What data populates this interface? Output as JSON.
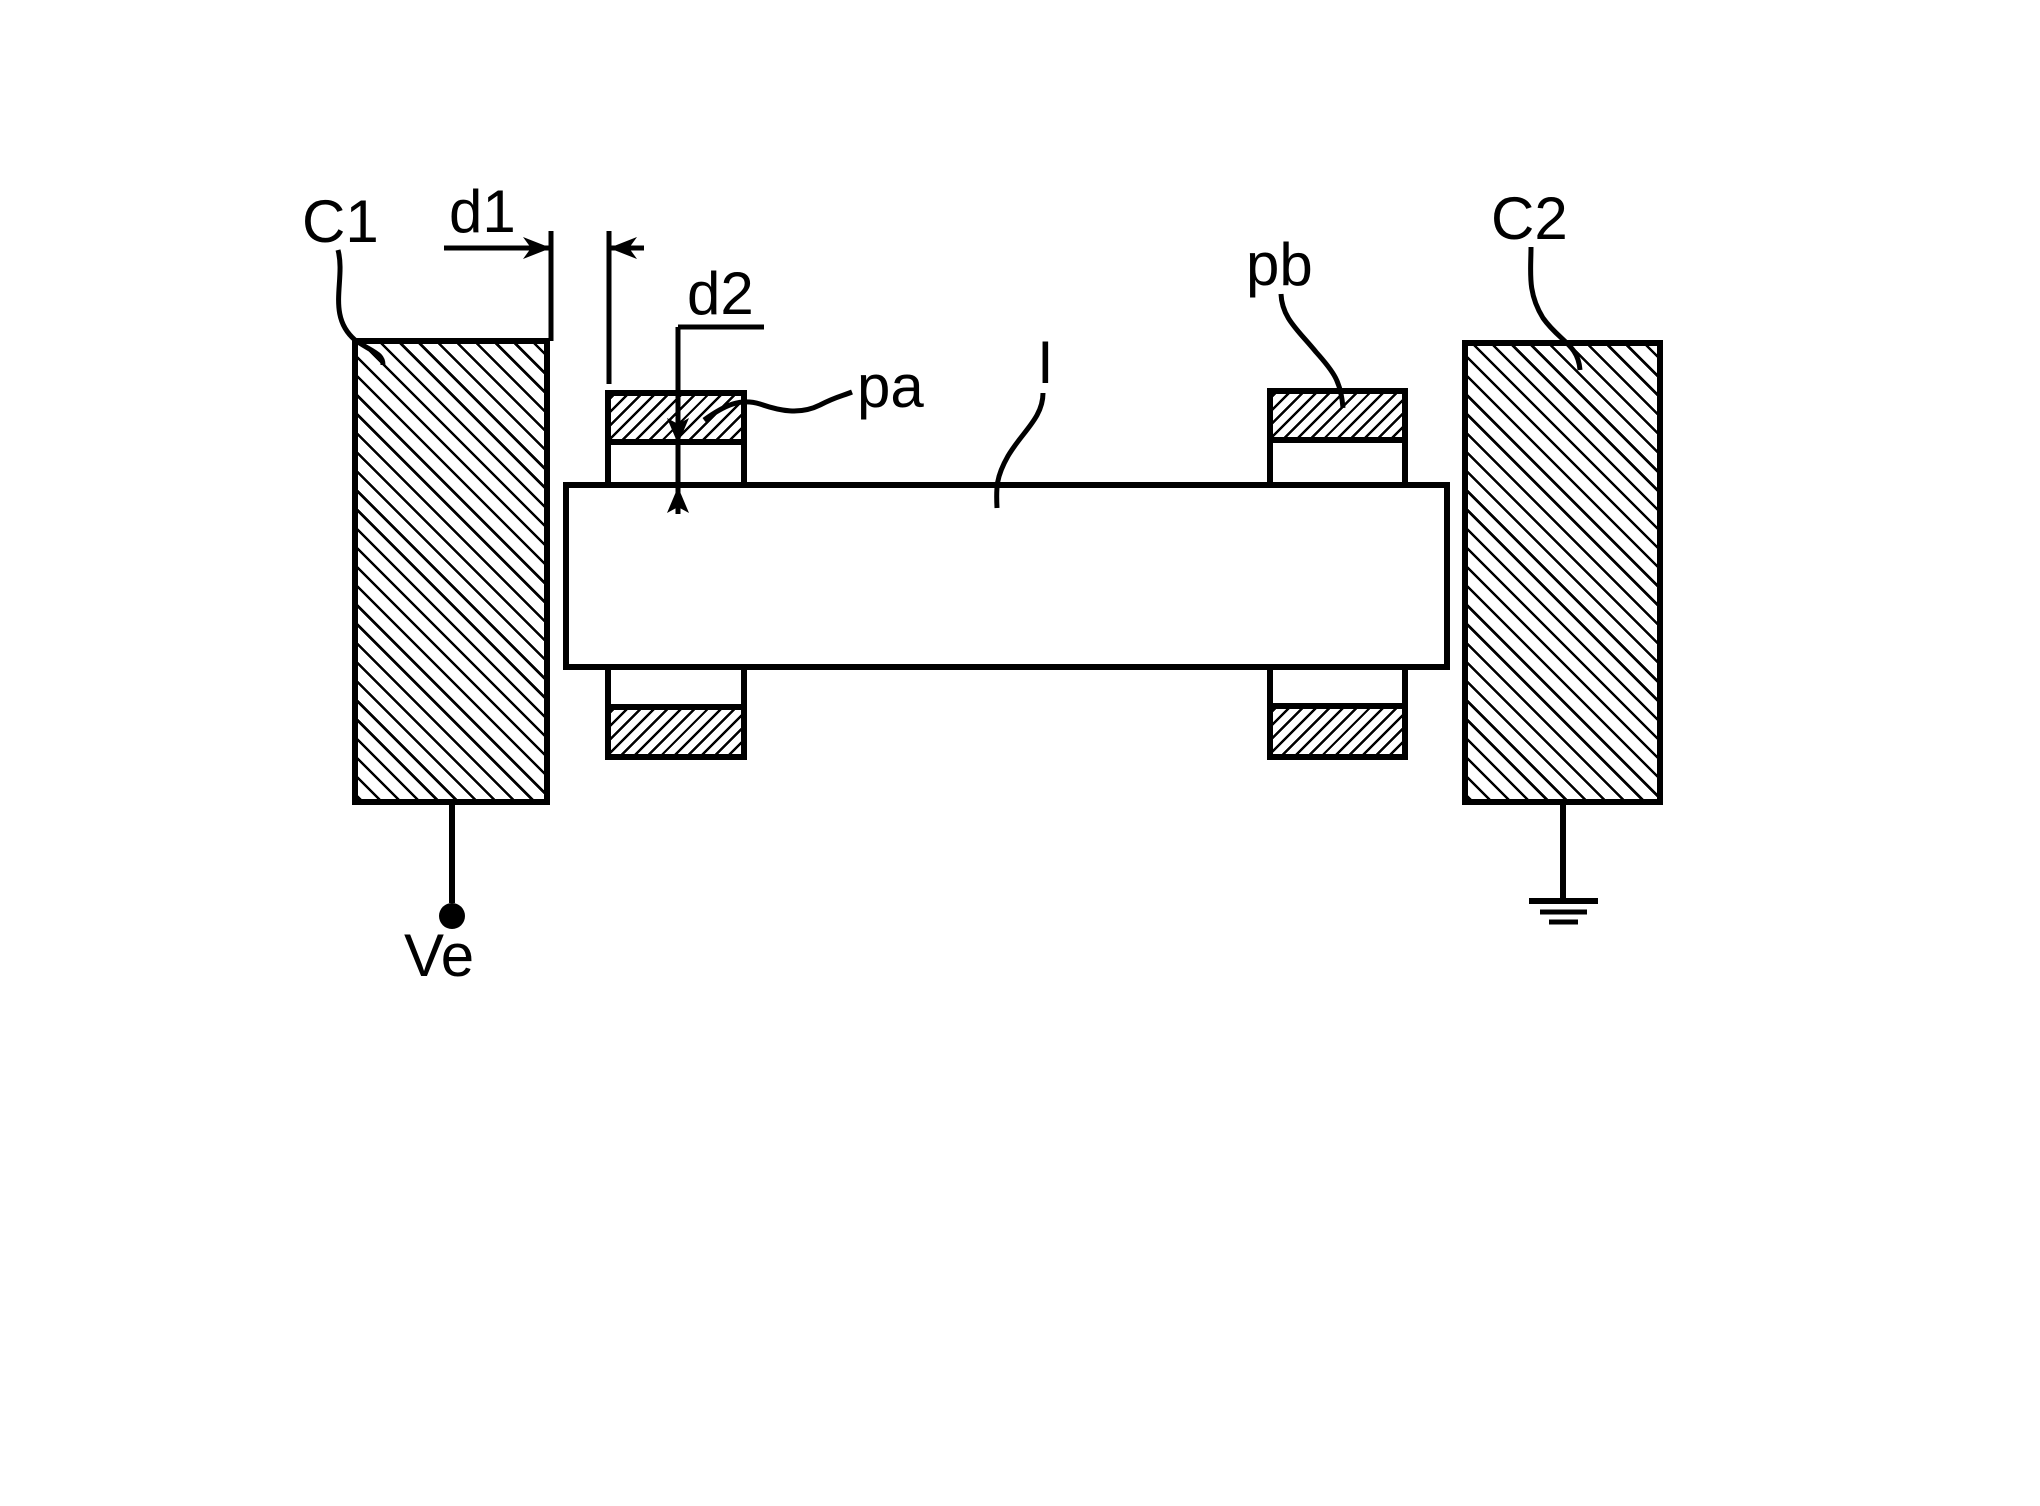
{
  "figure": {
    "background": "#ffffff",
    "ink": "#000000",
    "labels": {
      "c1": "C1",
      "d1": "d1",
      "d2": "d2",
      "pa": "pa",
      "beam": "I",
      "pb": "pb",
      "c2": "C2",
      "ve": "Ve"
    }
  }
}
